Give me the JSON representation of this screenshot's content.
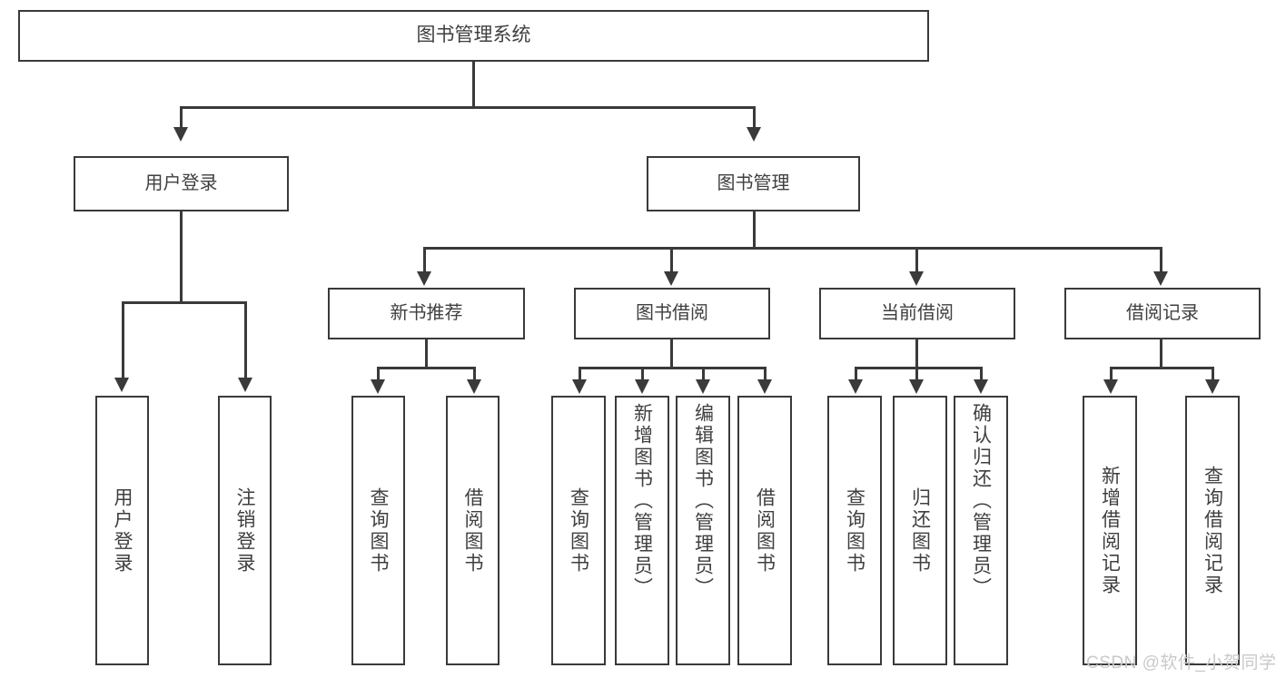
{
  "diagram": {
    "title_node": {
      "label": "图书管理系统"
    },
    "level1": [
      {
        "label": "用户登录"
      },
      {
        "label": "图书管理"
      }
    ],
    "level2": [
      {
        "label": "新书推荐"
      },
      {
        "label": "图书借阅"
      },
      {
        "label": "当前借阅"
      },
      {
        "label": "借阅记录"
      }
    ],
    "leaves": {
      "user_login": [
        {
          "label": "用户登录"
        },
        {
          "label": "注销登录"
        }
      ],
      "new_book": [
        {
          "label": "查询图书"
        },
        {
          "label": "借阅图书"
        }
      ],
      "book_borrow": [
        {
          "label": "查询图书"
        },
        {
          "label": "新增图书（管理员）"
        },
        {
          "label": "编辑图书（管理员）"
        },
        {
          "label": "借阅图书"
        }
      ],
      "current_borrow": [
        {
          "label": "查询图书"
        },
        {
          "label": "归还图书"
        },
        {
          "label": "确认归还（管理员）"
        }
      ],
      "borrow_record": [
        {
          "label": "新增借阅记录"
        },
        {
          "label": "查询借阅记录"
        }
      ]
    },
    "watermark": {
      "text": "CSDN @软件_小贺同学"
    },
    "colors": {
      "stroke": "#3a3a3a",
      "text": "#3f3f3f",
      "background": "#ffffff",
      "watermark": "#c9c9c9"
    }
  }
}
